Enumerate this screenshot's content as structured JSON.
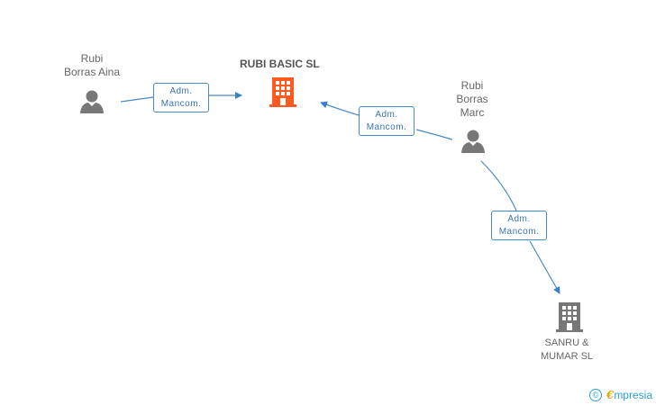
{
  "persons": [
    {
      "line1": "Rubi",
      "line2": "Borras Aina",
      "line3": ""
    },
    {
      "line1": "Rubi",
      "line2": "Borras",
      "line3": "Marc"
    }
  ],
  "companies": {
    "main": {
      "name": "RUBI BASIC SL",
      "color": "#ff5a1f"
    },
    "secondary": {
      "line1": "SANRU &",
      "line2": "MUMAR SL",
      "color": "#777777"
    }
  },
  "relations": [
    {
      "line1": "Adm.",
      "line2": "Mancom."
    },
    {
      "line1": "Adm.",
      "line2": "Mancom."
    },
    {
      "line1": "Adm.",
      "line2": "Mancom."
    }
  ],
  "colors": {
    "edge": "#4a89c8",
    "person_icon": "#777777"
  },
  "watermark": {
    "copyright": "©",
    "brand_initial": "€",
    "brand_rest": "mpresia"
  }
}
